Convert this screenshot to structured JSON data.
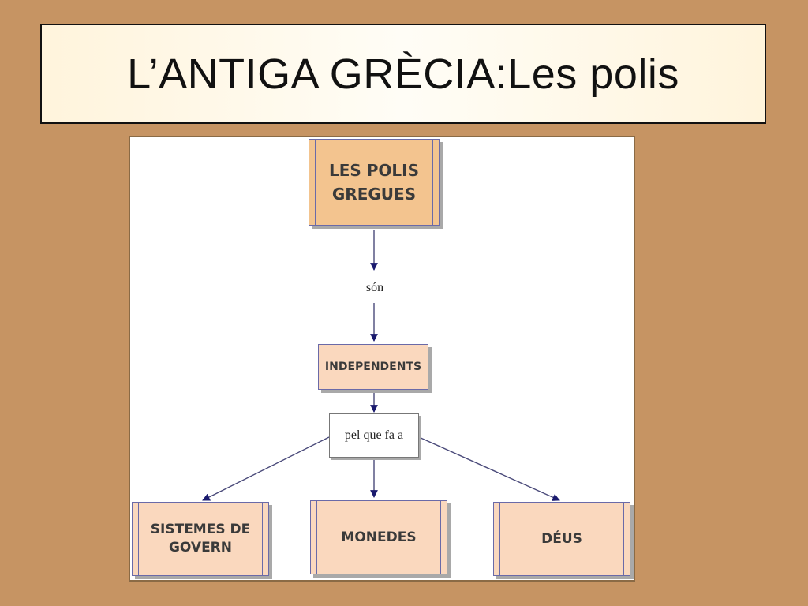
{
  "slide": {
    "title": "L’ANTIGA GRÈCIA:Les polis"
  },
  "diagram": {
    "nodes": {
      "polis": "LES POLIS\nGREGUES",
      "independents": "INDEPENDENTS",
      "sistemes": "SISTEMES DE\nGOVERN",
      "monedes": "MONEDES",
      "deus": "DÉUS"
    },
    "links": {
      "son": "són",
      "pel_que_fa_a": "pel que fa a"
    },
    "colors": {
      "background": "#C69463",
      "root_node": "#F3C48F",
      "child_node": "#FAD8BE",
      "arrow": "#1A1A6E"
    }
  }
}
